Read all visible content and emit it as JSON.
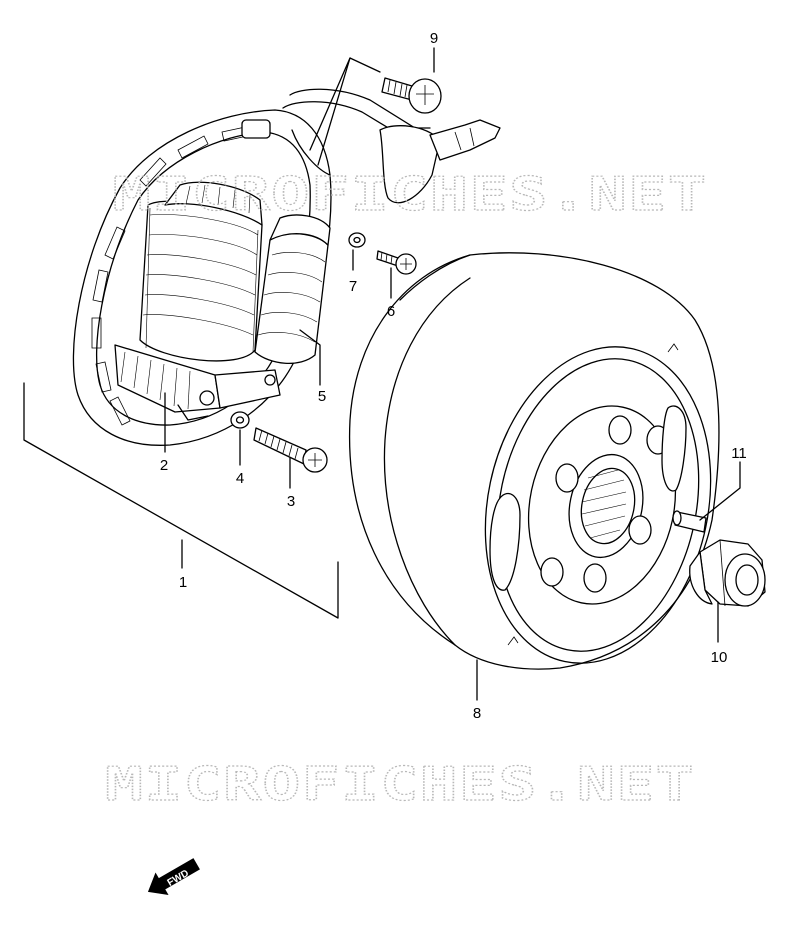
{
  "callouts": [
    {
      "id": "1",
      "label": "1"
    },
    {
      "id": "2",
      "label": "2"
    },
    {
      "id": "3",
      "label": "3"
    },
    {
      "id": "4",
      "label": "4"
    },
    {
      "id": "5",
      "label": "5"
    },
    {
      "id": "6",
      "label": "6"
    },
    {
      "id": "7",
      "label": "7"
    },
    {
      "id": "8",
      "label": "8"
    },
    {
      "id": "9",
      "label": "9"
    },
    {
      "id": "10",
      "label": "10"
    },
    {
      "id": "11",
      "label": "11"
    }
  ],
  "watermark": {
    "text": "MICROFICHES.NET"
  },
  "direction_badge": {
    "label": "FWD",
    "icon": "forward-arrow-icon"
  },
  "colors": {
    "ink": "#000000",
    "watermark": "#b8b8b8",
    "background": "#ffffff"
  }
}
